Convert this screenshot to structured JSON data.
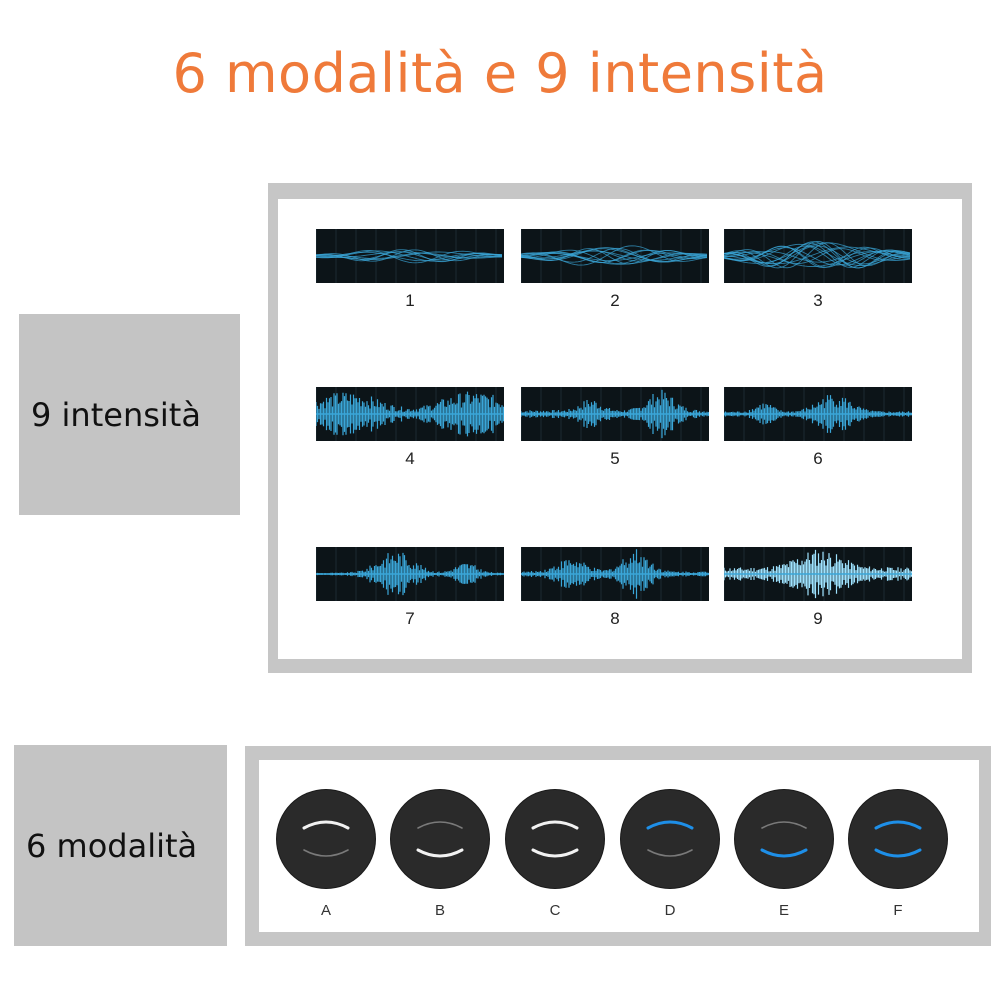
{
  "title": "6 modalità e  9 intensità",
  "intensity": {
    "label": "9 intensità",
    "levels": [
      "1",
      "2",
      "3",
      "4",
      "5",
      "6",
      "7",
      "8",
      "9"
    ],
    "color": "#3aa6d8"
  },
  "modes": {
    "label": "6 modalità",
    "items": [
      {
        "letter": "A",
        "top_arc": "white",
        "bottom_arc": "gray"
      },
      {
        "letter": "B",
        "top_arc": "gray",
        "bottom_arc": "white"
      },
      {
        "letter": "C",
        "top_arc": "white",
        "bottom_arc": "white"
      },
      {
        "letter": "D",
        "top_arc": "blue",
        "bottom_arc": "gray"
      },
      {
        "letter": "E",
        "top_arc": "gray",
        "bottom_arc": "blue"
      },
      {
        "letter": "F",
        "top_arc": "blue",
        "bottom_arc": "blue"
      }
    ],
    "colors": {
      "white": "#f2f2f2",
      "gray": "#7a7a7a",
      "blue": "#1e8fe8"
    }
  },
  "accent_color": "#ef7a3a"
}
